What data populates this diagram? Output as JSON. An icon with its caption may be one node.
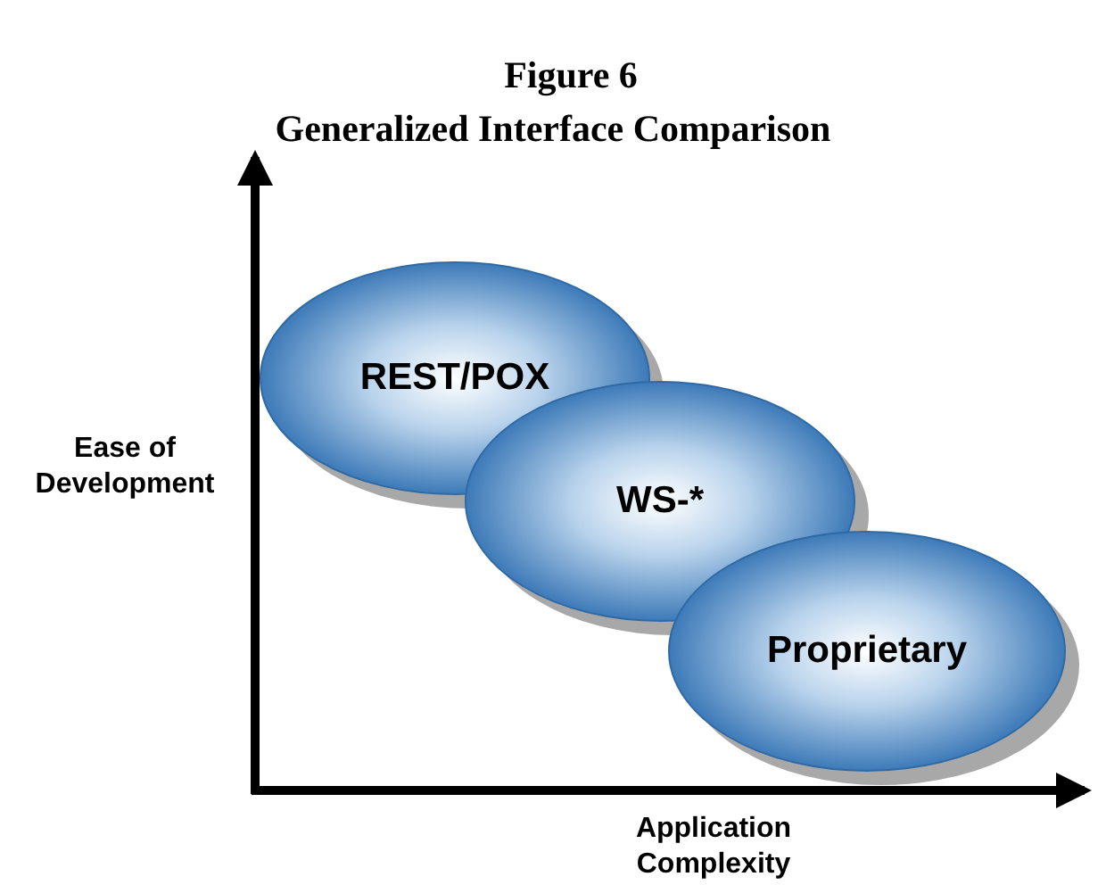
{
  "diagram": {
    "title": "Generalized Interface Comparison",
    "nodes": [
      {
        "text": [
          "REST/POX"
        ]
      },
      {
        "text": [
          "WS-*"
        ]
      },
      {
        "text": [
          "Proprietary"
        ]
      }
    ],
    "labels": [
      "Figure 6",
      "Ease of Development",
      "Application Complexity"
    ]
  }
}
